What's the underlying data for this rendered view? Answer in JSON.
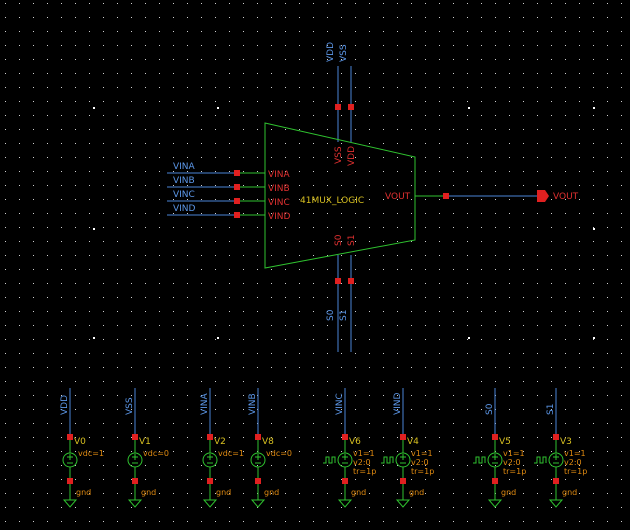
{
  "colors": {
    "background": "#000000",
    "wire": "#4a83d6",
    "symbol": "#2fc22f",
    "pin": "#e02020",
    "net_label": "#5c97e8",
    "pin_label": "#e03030",
    "param_label": "#e08a10",
    "instance_label": "#d8c020"
  },
  "top_nets": [
    "VDD",
    "VSS"
  ],
  "bottom_nets": [
    "S0",
    "S1"
  ],
  "block": {
    "name": "41MUX_LOGIC",
    "inputs": [
      "VINA",
      "VINB",
      "VINC",
      "VIND"
    ],
    "top_pins": [
      "VSS",
      "VDD"
    ],
    "bottom_pins": [
      "S0",
      "S1"
    ],
    "output": "VOUT"
  },
  "input_nets": [
    "VINA",
    "VINB",
    "VINC",
    "VIND"
  ],
  "output_port": "VOUT",
  "sources": [
    {
      "net": "VDD",
      "inst": "V0",
      "params": [
        "vdc=1"
      ],
      "gnd": "gnd",
      "kind": "dc"
    },
    {
      "net": "VSS",
      "inst": "V1",
      "params": [
        "vdc=0"
      ],
      "gnd": "gnd",
      "kind": "dc"
    },
    {
      "net": "VINA",
      "inst": "V2",
      "params": [
        "vdc=1"
      ],
      "gnd": "gnd",
      "kind": "dc"
    },
    {
      "net": "VINB",
      "inst": "V8",
      "params": [
        "vdc=0"
      ],
      "gnd": "gnd",
      "kind": "dc"
    },
    {
      "net": "VINC",
      "inst": "V6",
      "params": [
        "v1=1",
        "v2:0",
        "tr=1p"
      ],
      "gnd": "gnd",
      "kind": "pulse"
    },
    {
      "net": "VIND",
      "inst": "V4",
      "params": [
        "v1=1",
        "v2:0",
        "tr=1p"
      ],
      "gnd": "gnd",
      "kind": "pulse"
    },
    {
      "net": "S0",
      "inst": "V5",
      "params": [
        "v1=1",
        "v2:0",
        "tr=1p"
      ],
      "gnd": "gnd",
      "kind": "pulse"
    },
    {
      "net": "S1",
      "inst": "V3",
      "params": [
        "v1=1",
        "v2:0",
        "tr=1p"
      ],
      "gnd": "gnd",
      "kind": "pulse"
    }
  ]
}
